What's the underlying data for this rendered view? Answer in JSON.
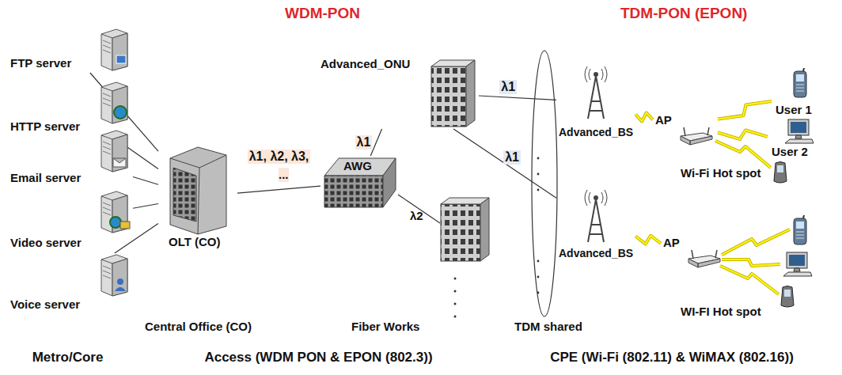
{
  "diagram": {
    "nodes": [
      {
        "text": [
          "Metro/Core"
        ]
      },
      {
        "text": [
          "WDM-PON",
          "Access (WDM PON & EPON (802.3))"
        ]
      },
      {
        "text": [
          "TDM-PON (EPON)",
          "CPE (Wi-Fi (802.11) & WiMAX (802.16))"
        ]
      },
      {
        "text": [
          "FTP server"
        ],
        "in": 0
      },
      {
        "text": [
          "HTTP server"
        ],
        "in": 0
      },
      {
        "text": [
          "Email server"
        ],
        "in": 0
      },
      {
        "text": [
          "Video server"
        ],
        "in": 0
      },
      {
        "text": [
          "Voice server"
        ],
        "in": 0
      },
      {
        "text": [
          "OLT (CO)"
        ],
        "in": 1
      },
      {
        "text": [
          "AWG"
        ],
        "in": 1
      },
      {
        "text": [
          "Advanced_ONU"
        ],
        "in": 1
      },
      {
        "text": [
          "Advanced_BS"
        ],
        "in": 2
      },
      {
        "text": [
          "Wi-Fi Hot spot"
        ],
        "in": 2
      },
      {
        "text": [
          "AP"
        ],
        "in": 12
      },
      {
        "text": [
          "User 1"
        ],
        "in": 12
      },
      {
        "text": [
          "User 2"
        ],
        "in": 12
      },
      {
        "text": [
          "Advanced_BS"
        ],
        "in": 2
      },
      {
        "text": [
          "WI-FI Hot spot"
        ],
        "in": 2
      },
      {
        "text": [
          "AP"
        ],
        "in": 17
      }
    ],
    "edges": [
      {
        "from": 3,
        "to": 8,
        "arrow": "none"
      },
      {
        "from": 4,
        "to": 8,
        "arrow": "none"
      },
      {
        "from": 5,
        "to": 8,
        "arrow": "none"
      },
      {
        "from": 6,
        "to": 8,
        "arrow": "none"
      },
      {
        "from": 7,
        "to": 8,
        "arrow": "none"
      },
      {
        "from": 8,
        "to": 9,
        "label": "λ1, λ2, λ3,",
        "arrow": "none"
      },
      {
        "from": 9,
        "to": 10,
        "label": "λ1",
        "arrow": "none"
      },
      {
        "from": 10,
        "to": 11,
        "label": "λ1",
        "arrow": "none"
      },
      {
        "from": 10,
        "to": 16,
        "label": "λ1",
        "arrow": "none"
      },
      {
        "from": 11,
        "to": 13,
        "arrow": "none"
      },
      {
        "from": 16,
        "to": 18,
        "arrow": "none"
      },
      {
        "from": 13,
        "to": 14,
        "arrow": "none"
      },
      {
        "from": 13,
        "to": 15,
        "arrow": "none"
      }
    ],
    "labels": [
      "...",
      "λ2",
      "Central Office (CO)",
      "Fiber Works",
      "TDM shared"
    ]
  }
}
